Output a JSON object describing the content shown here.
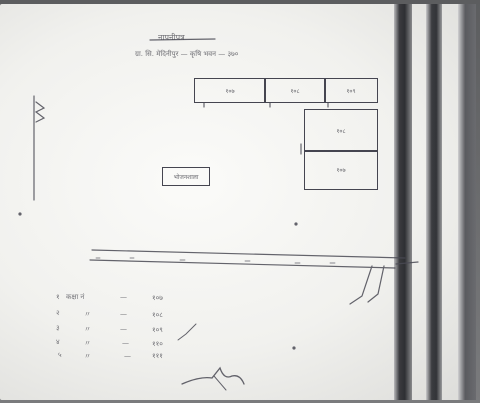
{
  "document": {
    "heading": "नापनीपत्र",
    "subheading": "ग्रा. सि. मेदिनीपुर — कृषि भवन — ३७०",
    "rooms": {
      "top_left": "१०७",
      "top_middle": "१०८",
      "top_right": "१०९",
      "right_upper": "१०८",
      "right_lower": "१०७",
      "center": "भोजनशाला"
    },
    "legend": [
      {
        "num": "१",
        "label": "कक्षा नं",
        "dash": "—",
        "value": "१०७"
      },
      {
        "num": "२",
        "label": "〃",
        "dash": "—",
        "value": "१०८"
      },
      {
        "num": "३",
        "label": "〃",
        "dash": "—",
        "value": "१०९"
      },
      {
        "num": "४",
        "label": "〃",
        "dash": "—",
        "value": "११०"
      },
      {
        "num": "५",
        "label": "〃",
        "dash": "—",
        "value": "१११"
      }
    ]
  },
  "colors": {
    "paper": "#f4f4f1",
    "ink": "#45454d",
    "background": "#6b6c6e"
  }
}
